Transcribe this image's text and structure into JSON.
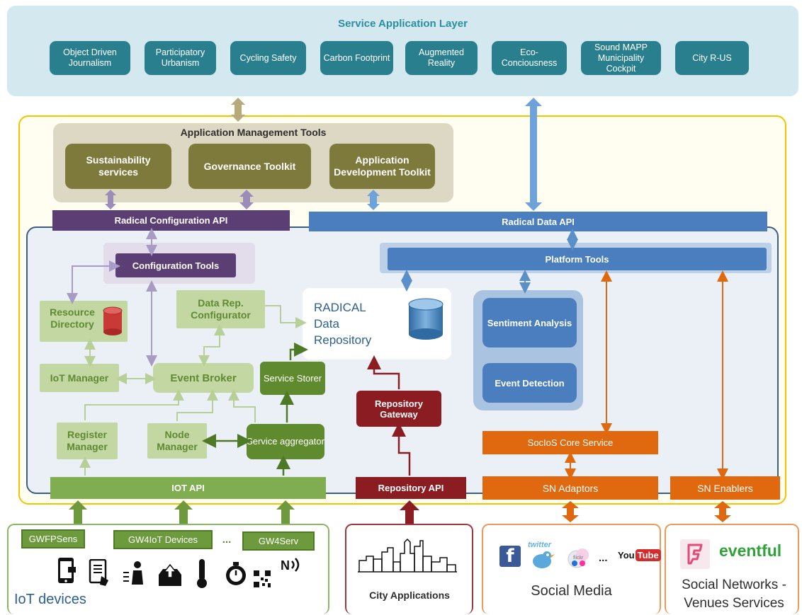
{
  "service_layer": {
    "title": "Service Application Layer",
    "apps": [
      "Object Driven Journalism",
      "Participatory Urbanism",
      "Cycling Safety",
      "Carbon Footprint",
      "Augmented Reality",
      "Eco-Conciousness",
      "Sound MAPP Municipality Cockpit",
      "City R-US"
    ]
  },
  "app_mgmt": {
    "title": "Application Management Tools",
    "items": [
      "Sustainability services",
      "Governance Toolkit",
      "Application Development Toolkit"
    ]
  },
  "apis": {
    "config": "Radical Configuration API",
    "data": "Radical Data API",
    "iot": "IOT API",
    "repository": "Repository API",
    "sn_adaptors": "SN Adaptors",
    "sn_enablers": "SN Enablers"
  },
  "left_platform": {
    "config_tools": "Configuration Tools",
    "resource_directory": "Resource Directory",
    "data_rep_configurator": "Data Rep. Configurator",
    "iot_manager": "IoT Manager",
    "event_broker": "Event Broker",
    "service_storer": "Service Storer",
    "register_manager": "Register Manager",
    "node_manager": "Node Manager",
    "service_aggregator": "Service aggregator"
  },
  "repository": {
    "label": "RADICAL Data Repository",
    "gateway": "Repository Gateway"
  },
  "platform_tools": {
    "title": "Platform Tools",
    "sentiment": "Sentiment Analysis",
    "event_detection": "Event Detection",
    "socios": "SocIoS Core Service"
  },
  "bottom": {
    "iot": {
      "gateways": [
        "GWFPSens",
        "GW4IoT Devices",
        "GW4Serv"
      ],
      "ellipsis": "...",
      "label": "IoT devices"
    },
    "city": {
      "label": "City Applications"
    },
    "social": {
      "label": "Social Media",
      "logos": [
        "twitter",
        "flickr",
        "...",
        "You",
        "Tube"
      ]
    },
    "venues": {
      "brand": "eventful",
      "label": "Social Networks - Venues Services"
    }
  },
  "colors": {
    "teal": "#2a7f8f",
    "olive": "#7d7a3c",
    "purple": "#5b3f74",
    "blue": "#4a7ebf",
    "orange": "#e0680e",
    "green": "#6e9a3e",
    "maroon": "#8b1c22",
    "yellow_border": "#f5c400"
  }
}
